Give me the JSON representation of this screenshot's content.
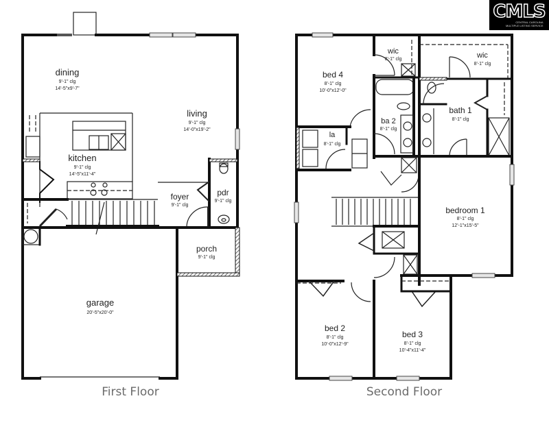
{
  "logo": {
    "text": "CMLS",
    "subtitle_line1": "CENTRAL CAROLINA",
    "subtitle_line2": "MULTIPLE LISTING SERVICE"
  },
  "first_floor": {
    "label": "First Floor",
    "rooms": {
      "dining": {
        "name": "dining",
        "ceiling": "9'-1\" clg",
        "size": "14'-5\"x9'-7\""
      },
      "living": {
        "name": "living",
        "ceiling": "9'-1\" clg",
        "size": "14'-0\"x19'-2\""
      },
      "kitchen": {
        "name": "kitchen",
        "ceiling": "9'-1\" clg",
        "size": "14'-5\"x11'-4\""
      },
      "foyer": {
        "name": "foyer",
        "ceiling": "9'-1\" clg"
      },
      "pdr": {
        "name": "pdr",
        "ceiling": "9'-1\" clg"
      },
      "porch": {
        "name": "porch",
        "ceiling": "9'-1\" clg"
      },
      "garage": {
        "name": "garage",
        "size": "20'-5\"x20'-0\""
      }
    }
  },
  "second_floor": {
    "label": "Second Floor",
    "rooms": {
      "bed4": {
        "name": "bed 4",
        "ceiling": "8'-1\" clg",
        "size": "10'-0\"x12'-0\""
      },
      "wic_left": {
        "name": "wic",
        "ceiling": "8'-1\" clg"
      },
      "wic_right": {
        "name": "wic",
        "ceiling": "8'-1\" clg"
      },
      "ba2": {
        "name": "ba 2",
        "ceiling": "8'-1\" clg"
      },
      "bath1": {
        "name": "bath 1",
        "ceiling": "8'-1\" clg"
      },
      "la": {
        "name": "la",
        "ceiling": "8'-1\" clg"
      },
      "bedroom1": {
        "name": "bedroom 1",
        "ceiling": "8'-1\" clg",
        "size": "12'-1\"x15'-5\""
      },
      "bed2": {
        "name": "bed 2",
        "ceiling": "8'-1\" clg",
        "size": "10'-0\"x12'-9\""
      },
      "bed3": {
        "name": "bed 3",
        "ceiling": "8'-1\" clg",
        "size": "10'-4\"x11'-4\""
      }
    }
  }
}
